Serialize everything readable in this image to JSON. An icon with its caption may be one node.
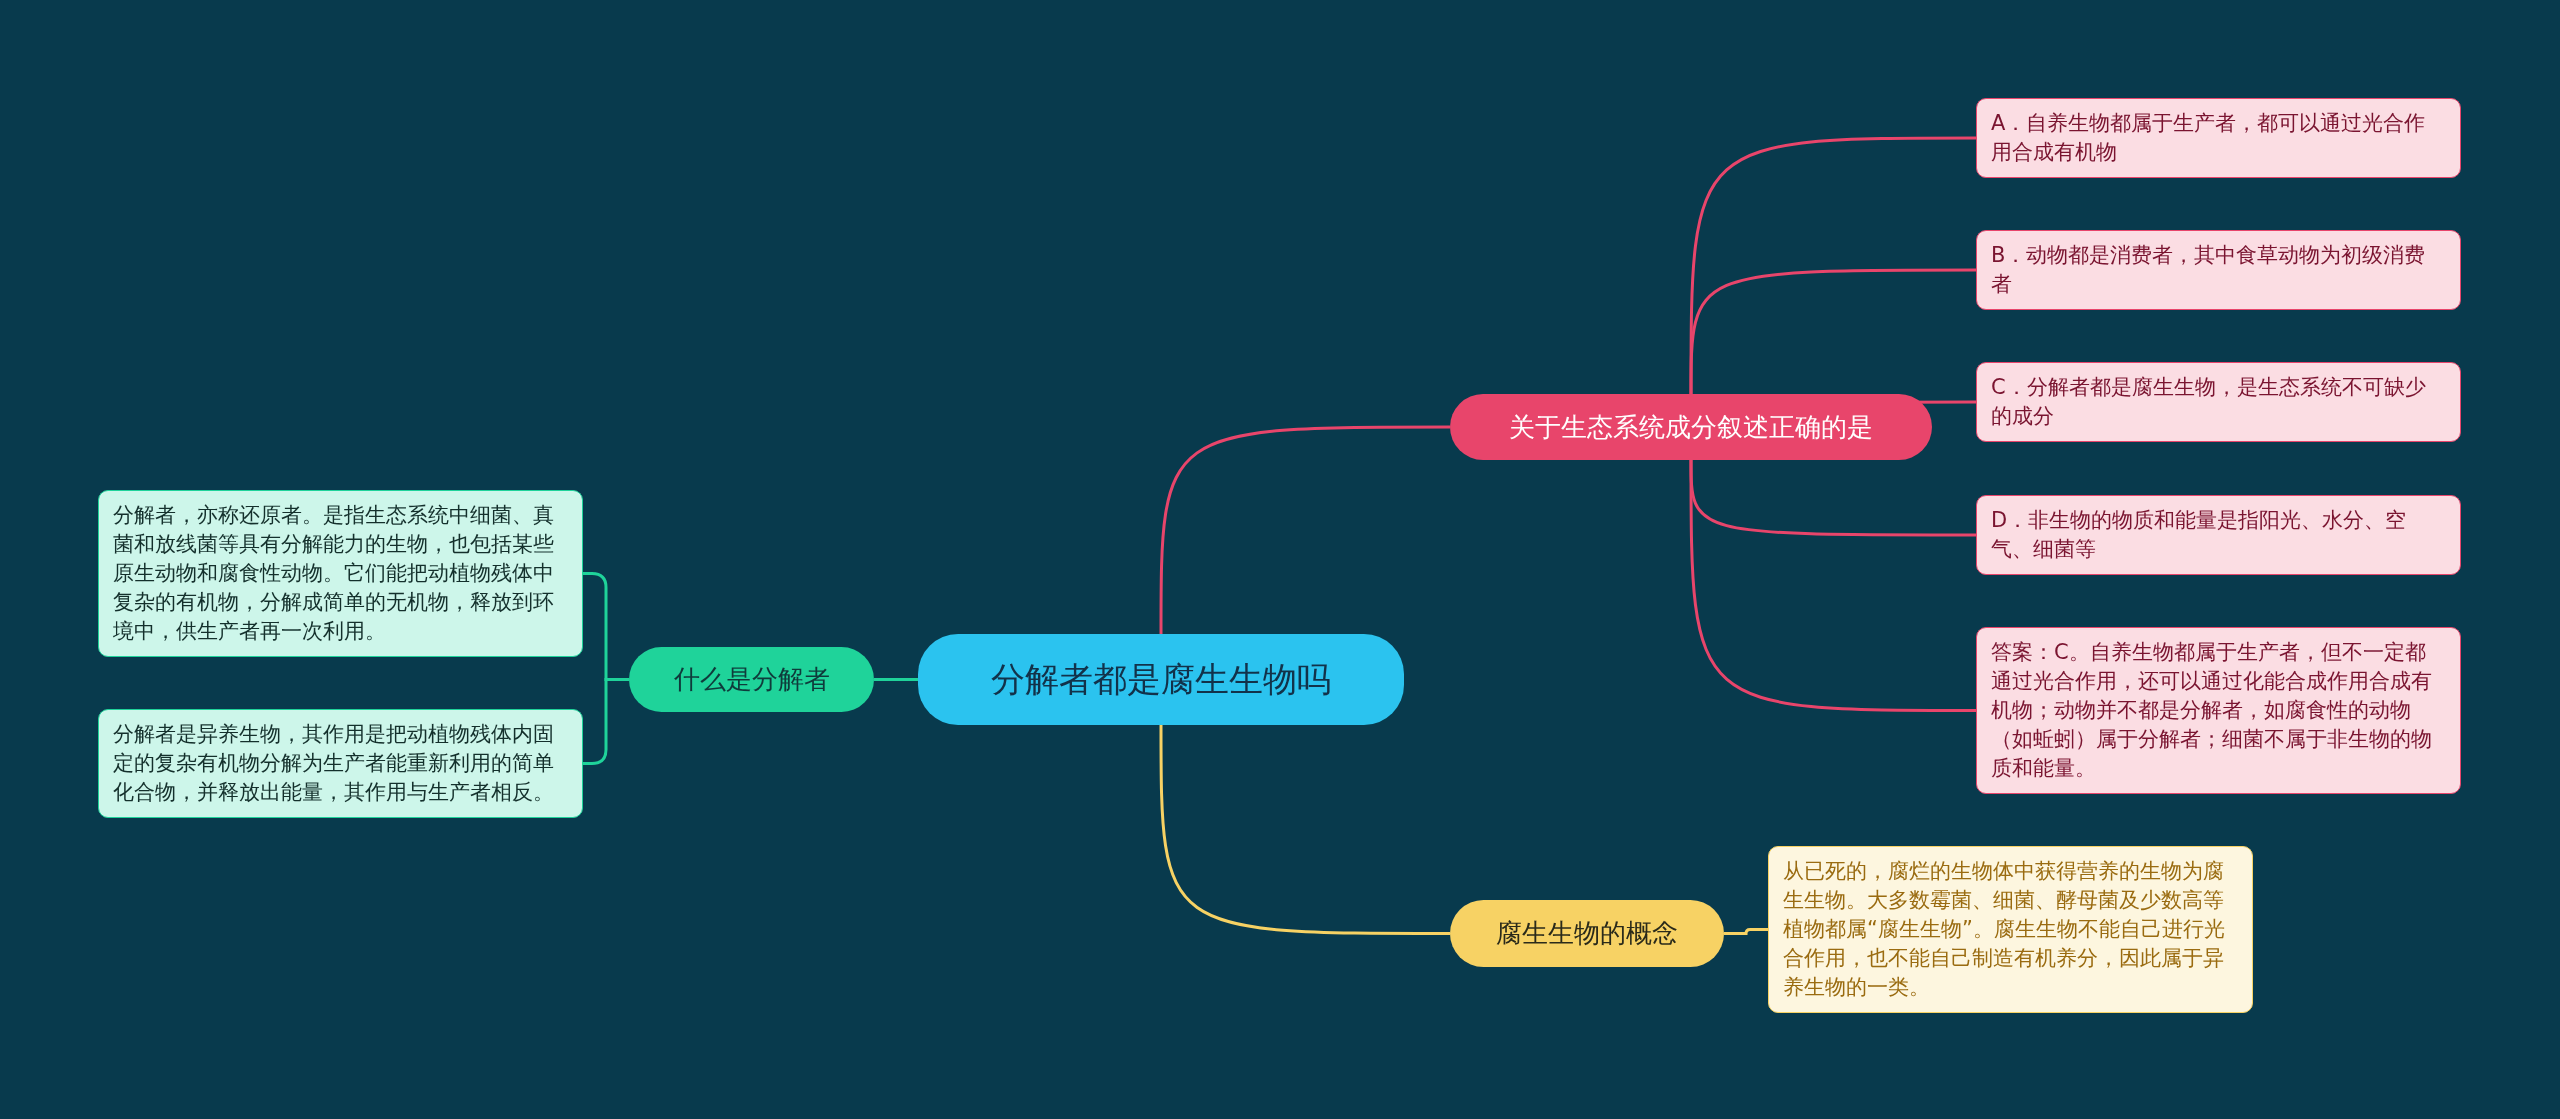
{
  "diagram": {
    "nodes": [
      {
        "text": [
          "分解者都是腐生生物吗"
        ]
      },
      {
        "text": [
          "什么是分解者"
        ]
      },
      {
        "text": [
          "分解者，亦称还原者。是指生态系统中细菌、真菌和放线菌等具有分解能力的生物，也包括某些原生动物和腐食性动物。它们能把动植物残体中复杂的有机物，分解成简单的无机物，释放到环境中，供生产者再一次利用。"
        ]
      },
      {
        "text": [
          "分解者是异养生物，其作用是把动植物残体内固定的复杂有机物分解为生产者能重新利用的简单化合物，并释放出能量，其作用与生产者相反。"
        ]
      },
      {
        "text": [
          "关于生态系统成分叙述正确的是"
        ]
      },
      {
        "text": [
          "A．自养生物都属于生产者，都可以通过光合作用合成有机物"
        ]
      },
      {
        "text": [
          "B．动物都是消费者，其中食草动物为初级消费者"
        ]
      },
      {
        "text": [
          "C．分解者都是腐生生物，是生态系统不可缺少的成分"
        ]
      },
      {
        "text": [
          "D．非生物的物质和能量是指阳光、水分、空气、细菌等"
        ]
      },
      {
        "text": [
          "答案：C。自养生物都属于生产者，但不一定都通过光合作用，还可以通过化能合成作用合成有机物；动物并不都是分解者，如腐食性的动物（如蚯蚓）属于分解者；细菌不属于非生物的物质和能量。"
        ]
      },
      {
        "text": [
          "腐生生物的概念"
        ]
      },
      {
        "text": [
          "从已死的，腐烂的生物体中获得营养的生物为腐生生物。大多数霉菌、细菌、酵母菌及少数高等植物都属“腐生生物”。腐生生物不能自己进行光合作用，也不能自己制造有机养分，因此属于异养生物的一类。"
        ]
      }
    ],
    "edges": [
      {
        "from": 0,
        "to": 1,
        "arrow": "none",
        "color": "#1fd39a"
      },
      {
        "from": 1,
        "to": 2,
        "arrow": "none",
        "color": "#1fd39a"
      },
      {
        "from": 1,
        "to": 3,
        "arrow": "none",
        "color": "#1fd39a"
      },
      {
        "from": 0,
        "to": 4,
        "arrow": "none"
      },
      {
        "from": 4,
        "to": 5,
        "arrow": "none"
      },
      {
        "from": 4,
        "to": 6,
        "arrow": "none"
      },
      {
        "from": 4,
        "to": 7,
        "arrow": "none"
      },
      {
        "from": 4,
        "to": 8,
        "arrow": "none"
      },
      {
        "from": 4,
        "to": 9,
        "arrow": "none"
      },
      {
        "from": 0,
        "to": 10,
        "arrow": "none",
        "color": "#f7d264"
      },
      {
        "from": 10,
        "to": 11,
        "arrow": "none",
        "color": "#f7d264"
      }
    ]
  }
}
